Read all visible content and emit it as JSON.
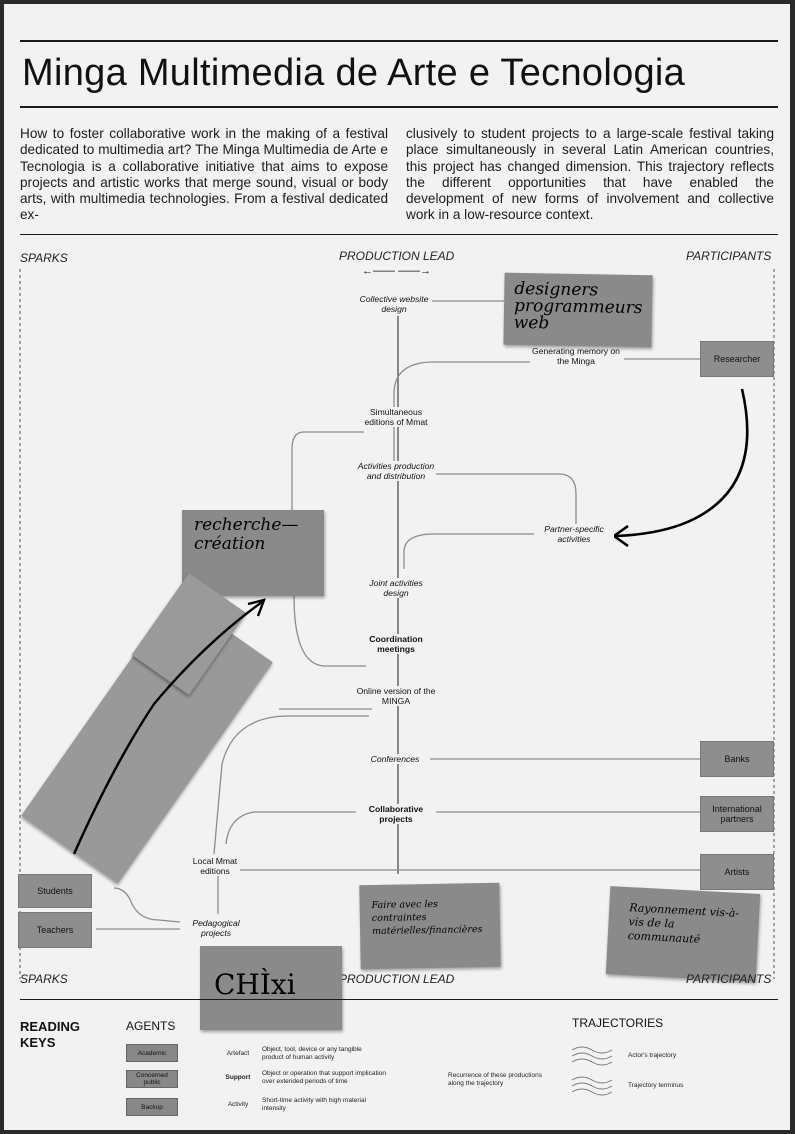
{
  "title": "Minga Multimedia de Arte e Tecnologia",
  "intro": {
    "col1": "How to foster collaborative work in the making of a festival dedicated to multimedia art? The Minga Multimedia de Arte e Tecnologia is a collaborative initiative that aims to expose projects and artistic works that merge sound, visual or body arts, with multimedia technologies. From a festival dedicated ex-",
    "col2": "clusively to student projects to a large-scale festival taking place simultaneously in several Latin American countries, this project has changed dimension. This trajectory reflects the different opportunities that have enabled the development of new forms of involvement and collective work in a low-resource context."
  },
  "labels": {
    "sparks_top": "SPARKS",
    "production_lead_top": "PRODUCTION LEAD",
    "participants_top": "PARTICIPANTS",
    "sparks_bottom": "SPARKS",
    "production_lead_bottom": "PRODUCTION LEAD",
    "participants_bottom": "PARTICIPANTS",
    "arrows": "←—— ——→"
  },
  "nodes": {
    "collective_website": "Collective website design",
    "generating_memory": "Generating memory on the Minga",
    "simultaneous_editions": "Simultaneous editions of Mmat",
    "activities_production": "Activities production and distribution",
    "partner_specific": "Partner-specific activities",
    "joint_activities": "Joint activities design",
    "coordination": "Coordination meetings",
    "online_version": "Online version of the MINGA",
    "conferences": "Conferences",
    "collaborative_projects": "Collaborative projects",
    "local_mmat": "Local Mmat editions",
    "pedagogical": "Pedagogical projects"
  },
  "agents": {
    "researcher": "Researcher",
    "banks": "Banks",
    "international_partners": "International partners",
    "artists": "Artists",
    "students": "Students",
    "teachers": "Teachers"
  },
  "stickies": {
    "designers": "designers programmeurs web",
    "recherche": "recherche— création",
    "faire": "Faire avec les contraintes matérielles/financières",
    "rayonnement": "Rayonnement vis-à-vis de la communauté",
    "chixi": "CHÌxi"
  },
  "legend": {
    "reading_keys": "READING KEYS",
    "agents_heading": "AGENTS",
    "academic": "Academic",
    "concerned_public": "Concerned public",
    "backup": "Backup",
    "artefact": "Artefact",
    "artefact_desc": "Object, tool, device or any tangible product of human activity",
    "support": "Support",
    "support_desc": "Object or operation that support implication over extended periods of time",
    "activity": "Activity",
    "activity_desc": "Short-time activity with high material intensity",
    "recurrence": "Recurrence of these productions along the trajectory",
    "trajectories_heading": "TRAJECTORIES",
    "actors_trajectory": "Actor's trajectory",
    "trajectory_terminus": "Trajectory terminus"
  },
  "colors": {
    "paper": "#f2f2f2",
    "agent_box": "#8e8e8e",
    "sticky": "#8a8a8a",
    "ink": "#111111"
  }
}
